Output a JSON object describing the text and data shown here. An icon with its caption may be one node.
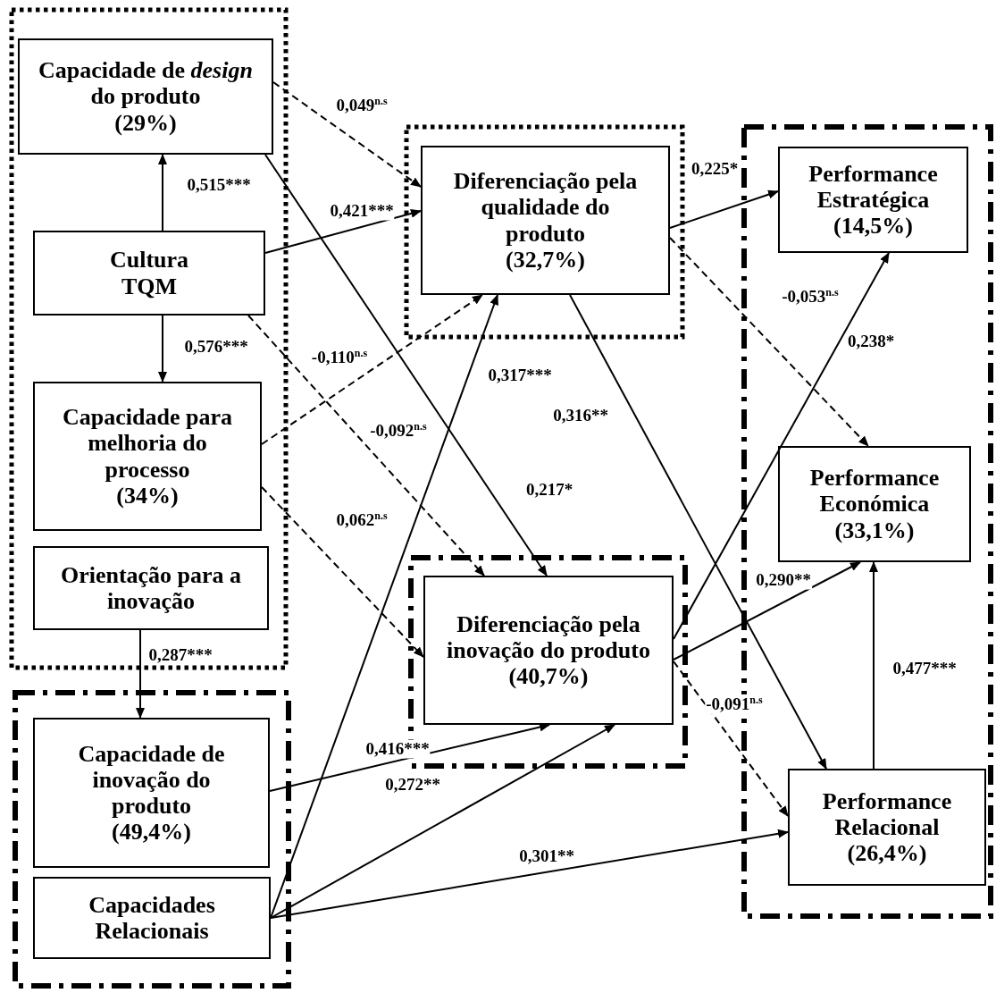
{
  "diagram": {
    "nodes": [
      {
        "text": [],
        "shape": "box"
      },
      {
        "text": [
          "Capacidade de *design* do produto",
          "(29%)"
        ],
        "in": 0
      },
      {
        "text": [
          "Cultura TQM"
        ],
        "in": 0
      },
      {
        "text": [
          "Capacidade para melhoria do processo",
          "(34%)"
        ],
        "in": 0
      },
      {
        "text": [
          "Orientação para a inovação"
        ],
        "in": 0
      },
      {
        "text": [],
        "shape": "box"
      },
      {
        "text": [
          "Capacidade de inovação do produto",
          "(49,4%)"
        ],
        "in": 5
      },
      {
        "text": [
          "Capacidades Relacionais"
        ],
        "in": 5
      },
      {
        "text": [],
        "shape": "box"
      },
      {
        "text": [
          "Diferenciação pela qualidade do produto",
          "(32,7%)"
        ],
        "in": 8
      },
      {
        "text": [],
        "shape": "box"
      },
      {
        "text": [
          "Diferenciação pela inovação do produto",
          "(40,7%)"
        ],
        "in": 10
      },
      {
        "text": [],
        "shape": "box"
      },
      {
        "text": [
          "Performance Estratégica",
          "(14,5%)"
        ],
        "in": 12
      },
      {
        "text": [
          "Performance Económica",
          "(33,1%)"
        ],
        "in": 12
      },
      {
        "text": [
          "Performance Relacional",
          "(26,4%)"
        ],
        "in": 12
      }
    ],
    "edges": [
      {
        "from": 2,
        "to": 1,
        "arrow": "to",
        "label": "0,515***"
      },
      {
        "from": 2,
        "to": 3,
        "arrow": "to",
        "label": "0,576***"
      },
      {
        "from": 1,
        "to": 9,
        "arrow": "to",
        "label": "0,049$^{n.s}$",
        "style": "dashed"
      },
      {
        "from": 2,
        "to": 9,
        "arrow": "to",
        "label": "0,421***"
      },
      {
        "from": 1,
        "to": 11,
        "arrow": "to",
        "label": "0,217*"
      },
      {
        "from": 2,
        "to": 11,
        "arrow": "to",
        "label": "-0,092$^{n.s}$",
        "style": "dashed"
      },
      {
        "from": 3,
        "to": 9,
        "arrow": "to",
        "label": "-0,110$^{n.s}$",
        "style": "dashed"
      },
      {
        "from": 3,
        "to": 11,
        "arrow": "to",
        "label": "0,062$^{n.s}$",
        "style": "dashed"
      },
      {
        "from": 4,
        "to": 6,
        "arrow": "to",
        "label": "0,287***"
      },
      {
        "from": 6,
        "to": 11,
        "arrow": "to",
        "label": "0,416***"
      },
      {
        "from": 7,
        "to": 9,
        "arrow": "to",
        "label": "0,317***"
      },
      {
        "from": 7,
        "to": 11,
        "arrow": "to",
        "label": "0,272**"
      },
      {
        "from": 7,
        "to": 15,
        "arrow": "to",
        "label": "0,301**"
      },
      {
        "from": 9,
        "to": 13,
        "arrow": "to",
        "label": "0,225*"
      },
      {
        "from": 9,
        "to": 14,
        "arrow": "to",
        "label": "-0,053$^{n.s}$",
        "style": "dashed"
      },
      {
        "from": 9,
        "to": 15,
        "arrow": "to",
        "label": "0,316**"
      },
      {
        "from": 11,
        "to": 13,
        "arrow": "to",
        "label": "0,238*"
      },
      {
        "from": 11,
        "to": 14,
        "arrow": "to",
        "label": "0,290**"
      },
      {
        "from": 11,
        "to": 15,
        "arrow": "to",
        "label": "-0,091$^{n.s}$",
        "style": "dashed"
      },
      {
        "from": 15,
        "to": 14,
        "arrow": "to",
        "label": "0,477***"
      }
    ]
  }
}
